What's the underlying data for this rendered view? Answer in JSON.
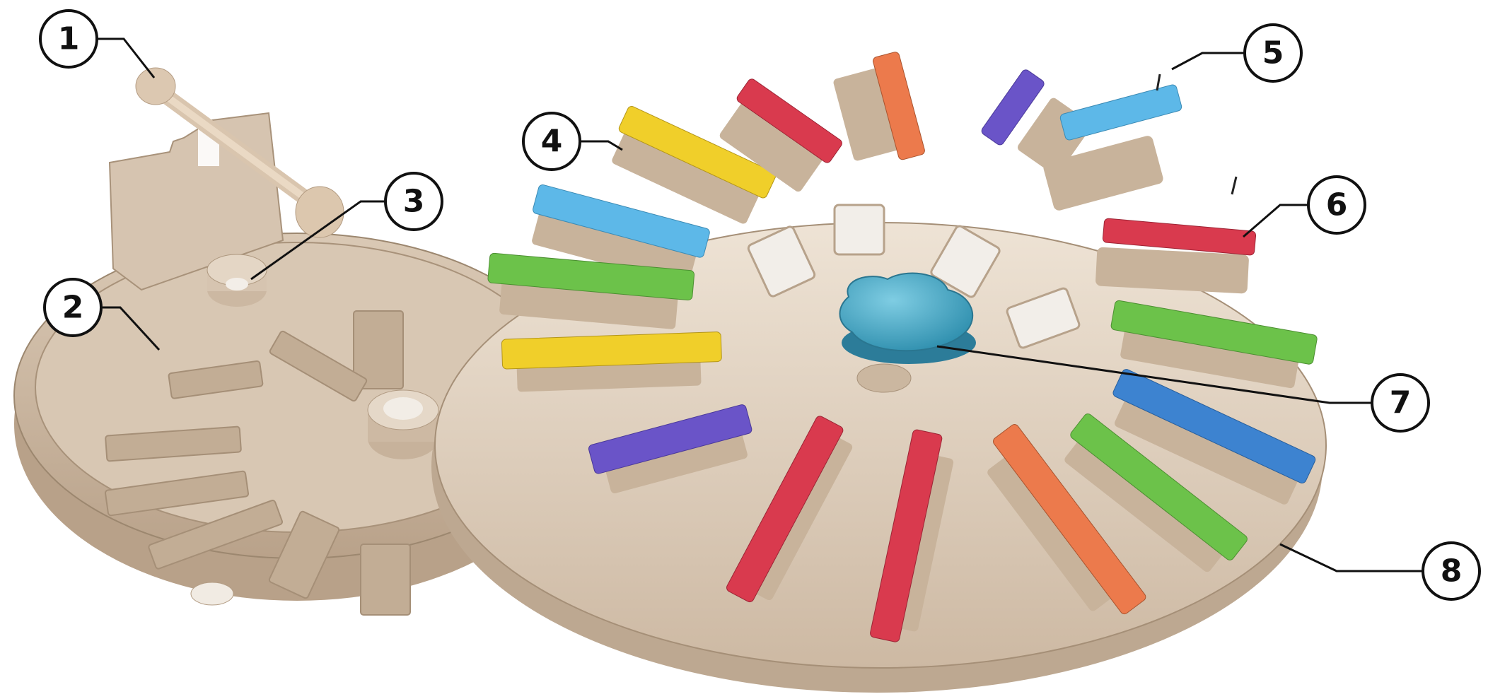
{
  "callouts": [
    {
      "number": "1"
    },
    {
      "number": "2"
    },
    {
      "number": "3"
    },
    {
      "number": "4"
    },
    {
      "number": "5"
    },
    {
      "number": "6"
    },
    {
      "number": "7"
    },
    {
      "number": "8"
    }
  ],
  "colors": {
    "wood_light": "#e6d9c9",
    "wood_mid": "#d4c2ad",
    "wood_dark": "#a8927a",
    "bar_yellow": "#f0cf2a",
    "bar_light_blue": "#5db8e8",
    "bar_green": "#6cc24a",
    "bar_purple": "#6a54c8",
    "bar_red": "#d93a4e",
    "bar_orange": "#ec7a4c",
    "knob_teal": "#45a7c4"
  },
  "icons": [
    "mallet-icon",
    "knob-icon",
    "pin-icon"
  ]
}
